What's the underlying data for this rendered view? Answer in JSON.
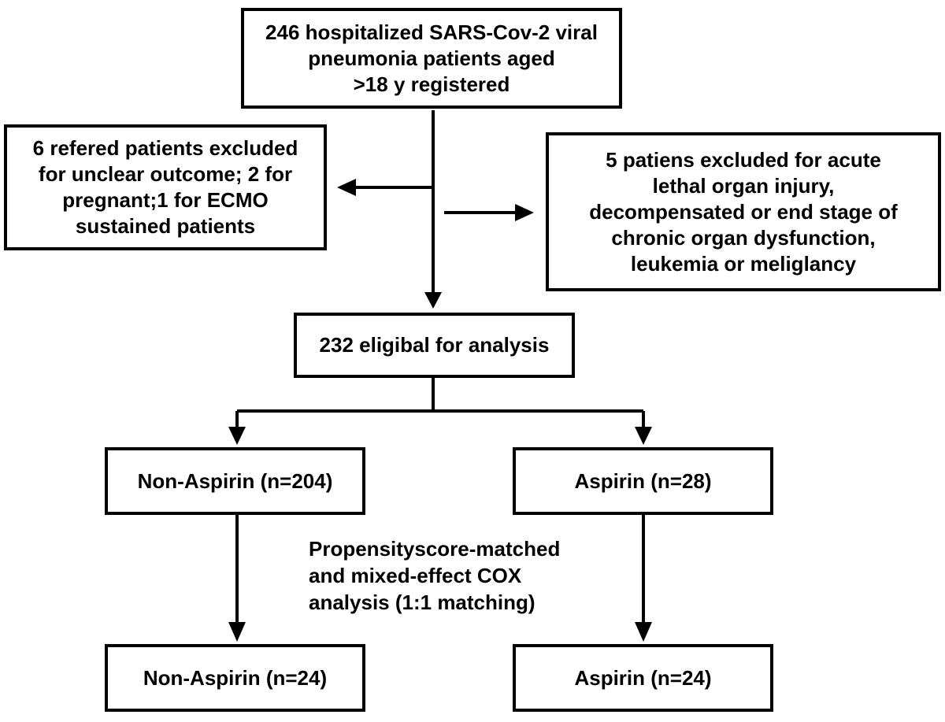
{
  "flowchart": {
    "top_box": "246 hospitalized SARS-Cov-2 viral\npneumonia patients aged\n>18 y registered",
    "left_exclusion": "6 refered patients excluded\nfor unclear outcome; 2 for\npregnant;1 for ECMO\nsustained patients",
    "right_exclusion": "5 patiens excluded for acute\nlethal organ injury,\ndecompensated or end stage of\nchronic organ dysfunction,\nleukemia or meliglancy",
    "eligible_box": "232 eligibal for analysis",
    "non_aspirin_box": "Non-Aspirin  (n=204)",
    "aspirin_box": "Aspirin  (n=28)",
    "matching_note": "Propensityscore-matched\nand mixed-effect COX\nanalysis (1:1 matching)",
    "matched_non_aspirin_box": "Non-Aspirin  (n=24)",
    "matched_aspirin_box": "Aspirin  (n=24)"
  },
  "colors": {
    "stroke": "#000000",
    "background": "#ffffff"
  }
}
